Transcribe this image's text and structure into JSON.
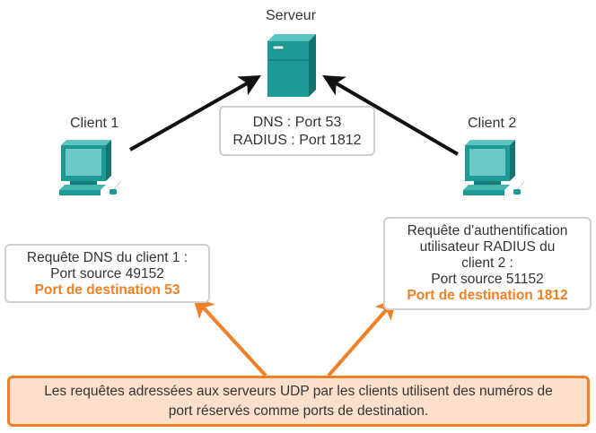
{
  "server": {
    "label": "Serveur",
    "icon": "server-icon"
  },
  "server_ports": {
    "line1": "DNS : Port 53",
    "line2": "RADIUS : Port 1812"
  },
  "client1": {
    "label": "Client 1",
    "icon": "computer-icon"
  },
  "client2": {
    "label": "Client 2",
    "icon": "computer-icon"
  },
  "client1_request": {
    "line1": "Requête DNS du client 1 :",
    "line2": "Port source 49152",
    "destination": "Port de destination 53"
  },
  "client2_request": {
    "line1": "Requête d'authentification",
    "line2": "utilisateur RADIUS du",
    "line3": "client 2 :",
    "line4": "Port source 51152",
    "destination": "Port de destination 1812"
  },
  "note": {
    "line1": "Les requêtes adressées aux serveurs UDP par les clients utilisent des numéros de",
    "line2": "port réservés comme ports de destination."
  },
  "colors": {
    "accent": "#f07f25",
    "device": "#1e9a96",
    "note_bg": "#fde0cb"
  }
}
